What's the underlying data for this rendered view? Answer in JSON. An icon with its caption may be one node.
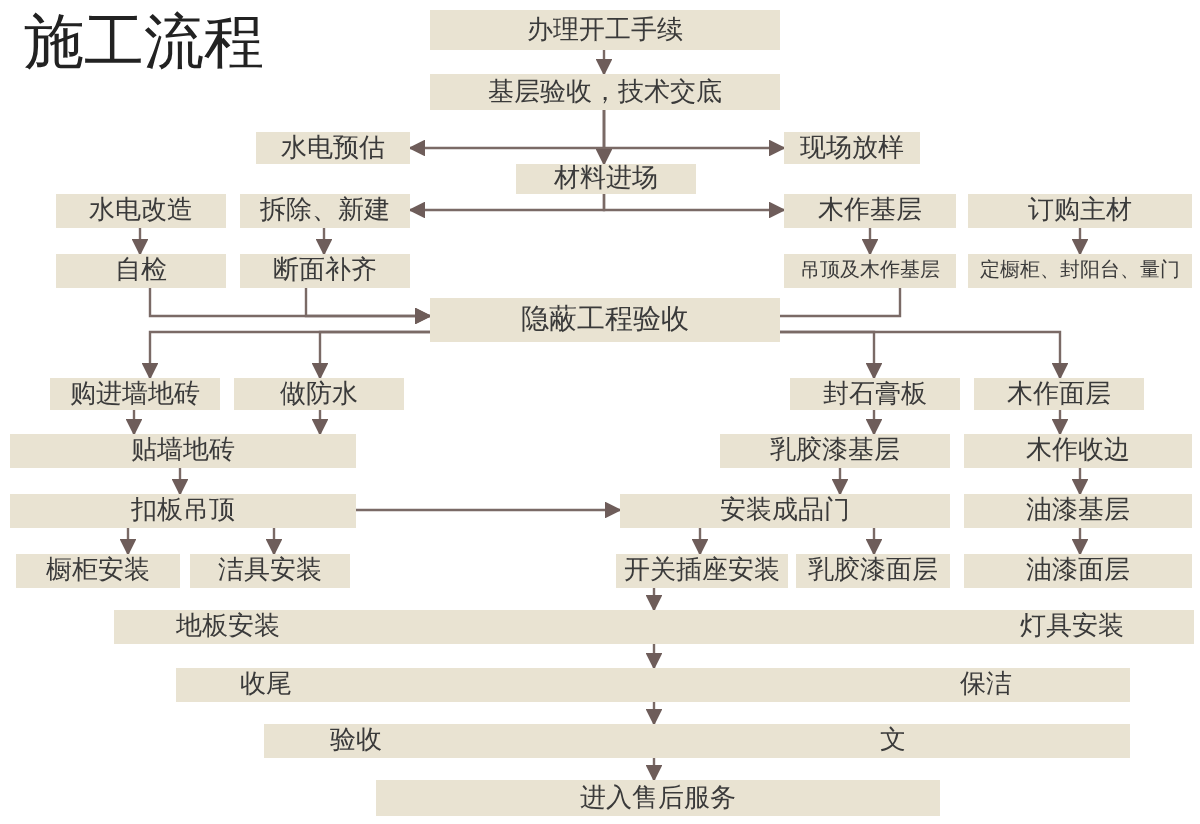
{
  "diagram": {
    "title": "施工流程",
    "nodes": [
      {
        "text": [
          "办理开工手续"
        ]
      },
      {
        "text": [
          "基层验收，技术交底"
        ]
      },
      {
        "text": [
          "水电预估"
        ]
      },
      {
        "text": [
          "现场放样"
        ]
      },
      {
        "text": [
          "材料进场"
        ]
      },
      {
        "text": [
          "水电改造"
        ]
      },
      {
        "text": [
          "拆除、新建"
        ]
      },
      {
        "text": [
          "木作基层"
        ]
      },
      {
        "text": [
          "订购主材"
        ]
      },
      {
        "text": [
          "自检"
        ]
      },
      {
        "text": [
          "断面补齐"
        ]
      },
      {
        "text": [
          "吊顶及木作基层"
        ]
      },
      {
        "text": [
          "定橱柜、封阳台、量门"
        ]
      },
      {
        "text": [
          "隐蔽工程验收"
        ]
      },
      {
        "text": [
          "购进墙地砖"
        ]
      },
      {
        "text": [
          "做防水"
        ]
      },
      {
        "text": [
          "封石膏板"
        ]
      },
      {
        "text": [
          "木作面层"
        ]
      },
      {
        "text": [
          "贴墙地砖"
        ]
      },
      {
        "text": [
          "乳胶漆基层"
        ]
      },
      {
        "text": [
          "木作收边"
        ]
      },
      {
        "text": [
          "扣板吊顶"
        ]
      },
      {
        "text": [
          "安装成品门"
        ]
      },
      {
        "text": [
          "油漆基层"
        ]
      },
      {
        "text": [
          "橱柜安装"
        ]
      },
      {
        "text": [
          "洁具安装"
        ]
      },
      {
        "text": [
          "开关插座安装"
        ]
      },
      {
        "text": [
          "乳胶漆面层"
        ]
      },
      {
        "text": [
          "油漆面层"
        ]
      },
      {
        "text": [
          "地板安装",
          "灯具安装"
        ]
      },
      {
        "text": [
          "收尾",
          "保洁"
        ]
      },
      {
        "text": [
          "验收",
          "文"
        ]
      },
      {
        "text": [
          "进入售后服务"
        ]
      }
    ],
    "edges": [
      {
        "from": 0,
        "to": 1,
        "arrow": "to"
      },
      {
        "from": 1,
        "to": 2,
        "arrow": "to"
      },
      {
        "from": 1,
        "to": 3,
        "arrow": "to"
      },
      {
        "from": 1,
        "to": 4,
        "arrow": "to"
      },
      {
        "from": 4,
        "to": 6,
        "arrow": "to"
      },
      {
        "from": 4,
        "to": 7,
        "arrow": "to"
      },
      {
        "from": 5,
        "to": 9,
        "arrow": "to"
      },
      {
        "from": 6,
        "to": 10,
        "arrow": "to"
      },
      {
        "from": 7,
        "to": 11,
        "arrow": "to"
      },
      {
        "from": 8,
        "to": 12,
        "arrow": "to"
      },
      {
        "from": 9,
        "to": 13,
        "arrow": "to"
      },
      {
        "from": 10,
        "to": 13,
        "arrow": "to"
      },
      {
        "from": 11,
        "to": 13,
        "arrow": "none"
      },
      {
        "from": 13,
        "to": 14,
        "arrow": "to"
      },
      {
        "from": 13,
        "to": 15,
        "arrow": "to"
      },
      {
        "from": 13,
        "to": 16,
        "arrow": "to"
      },
      {
        "from": 13,
        "to": 17,
        "arrow": "to"
      },
      {
        "from": 14,
        "to": 18,
        "arrow": "to"
      },
      {
        "from": 15,
        "to": 18,
        "arrow": "to"
      },
      {
        "from": 16,
        "to": 19,
        "arrow": "to"
      },
      {
        "from": 17,
        "to": 20,
        "arrow": "to"
      },
      {
        "from": 18,
        "to": 21,
        "arrow": "to"
      },
      {
        "from": 19,
        "to": 22,
        "arrow": "to"
      },
      {
        "from": 20,
        "to": 23,
        "arrow": "to"
      },
      {
        "from": 21,
        "to": 22,
        "arrow": "to"
      },
      {
        "from": 21,
        "to": 24,
        "arrow": "to"
      },
      {
        "from": 21,
        "to": 25,
        "arrow": "to"
      },
      {
        "from": 22,
        "to": 26,
        "arrow": "to"
      },
      {
        "from": 22,
        "to": 27,
        "arrow": "to"
      },
      {
        "from": 23,
        "to": 28,
        "arrow": "to"
      },
      {
        "from": 26,
        "to": 29,
        "arrow": "to"
      },
      {
        "from": 29,
        "to": 30,
        "arrow": "to"
      },
      {
        "from": 30,
        "to": 31,
        "arrow": "to"
      },
      {
        "from": 31,
        "to": 32,
        "arrow": "to"
      }
    ]
  }
}
